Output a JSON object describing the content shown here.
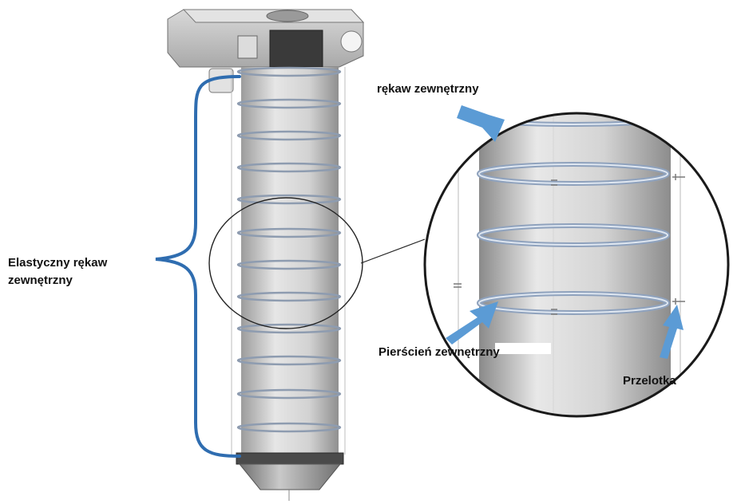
{
  "labels": {
    "outer_sleeve": "rękaw zewnętrzny",
    "flexible_sleeve_line1": "Elastyczny rękaw",
    "flexible_sleeve_line2": "zewnętrzny",
    "outer_ring": "Pierścień zewnętrzny",
    "eyelet": "Przelotka"
  },
  "colors": {
    "bracket": "#2f6db0",
    "arrow": "#5b9bd5",
    "sleeve_light": "#e4e4e4",
    "sleeve_dark": "#a6a6a6",
    "ring": "#c4d2e4",
    "housing": "#b7b7b7",
    "motor": "#3a3a3a"
  }
}
